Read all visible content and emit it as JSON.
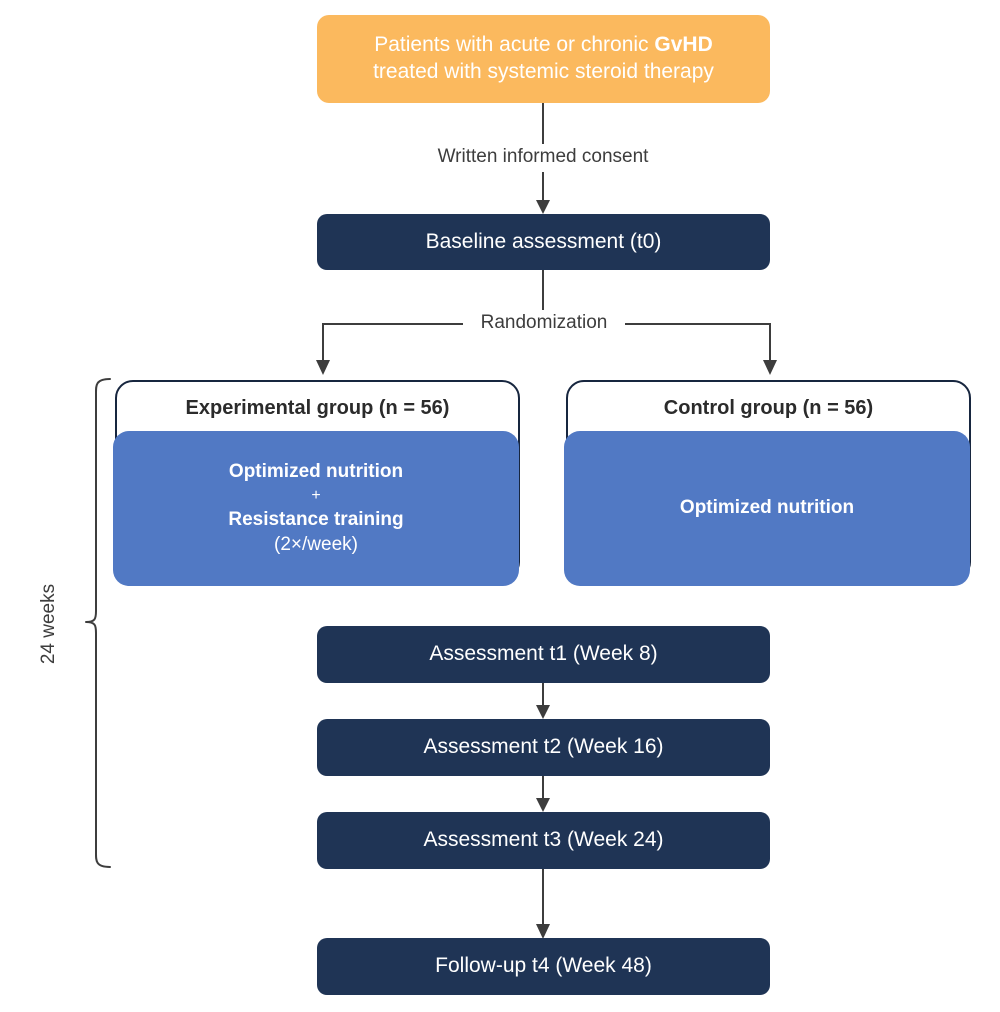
{
  "diagram": {
    "title_text": "",
    "colors": {
      "orange": "#fbb95e",
      "navy": "#1f3455",
      "blue": "#5179c4",
      "outline": "#17263f",
      "connector": "#3d3d3d",
      "white": "#ffffff"
    },
    "nodes": {
      "enrollment": {
        "line1_prefix": "Patients with acute or chronic ",
        "line1_bold": "GvHD",
        "line2": "treated with systemic steroid therapy"
      },
      "baseline": {
        "label": "Baseline assessment (t0)"
      },
      "experimental_group": {
        "header": "Experimental group (n = 56)",
        "intervention_line1": "Optimized nutrition",
        "intervention_plus": "+",
        "intervention_line2": "Resistance training",
        "intervention_line3": "(2×/week)"
      },
      "control_group": {
        "header": "Control group (n = 56)",
        "intervention_line1": "Optimized nutrition"
      },
      "assessment_t1": {
        "label": "Assessment t1 (Week 8)"
      },
      "assessment_t2": {
        "label": "Assessment t2 (Week 16)"
      },
      "assessment_t3": {
        "label": "Assessment t3 (Week 24)"
      },
      "followup_t4": {
        "label": "Follow-up t4 (Week 48)"
      }
    },
    "connectors": {
      "consent_label": "Written informed consent",
      "randomization_label": "Randomization"
    },
    "bracket": {
      "label": "24 weeks"
    }
  },
  "chart_data": {
    "type": "diagram",
    "subtype": "study-flow-chart",
    "title": "",
    "steps": [
      {
        "id": "enrollment",
        "text": "Patients with acute or chronic GvHD treated with systemic steroid therapy",
        "style": "orange"
      },
      {
        "id": "baseline",
        "text": "Baseline assessment (t0)",
        "style": "navy"
      },
      {
        "id": "experimental_group",
        "text": "Experimental group (n = 56)",
        "n": 56,
        "intervention": "Optimized nutrition + Resistance training (2×/week)",
        "style": "outline+blue"
      },
      {
        "id": "control_group",
        "text": "Control group (n = 56)",
        "n": 56,
        "intervention": "Optimized nutrition",
        "style": "outline+blue"
      },
      {
        "id": "assessment_t1",
        "text": "Assessment t1 (Week 8)",
        "week": 8,
        "style": "navy"
      },
      {
        "id": "assessment_t2",
        "text": "Assessment t2 (Week 16)",
        "week": 16,
        "style": "navy"
      },
      {
        "id": "assessment_t3",
        "text": "Assessment t3 (Week 24)",
        "week": 24,
        "style": "navy"
      },
      {
        "id": "followup_t4",
        "text": "Follow-up t4 (Week 48)",
        "week": 48,
        "style": "navy"
      }
    ],
    "edges": [
      {
        "from": "enrollment",
        "to": "baseline",
        "label": "Written informed consent"
      },
      {
        "from": "baseline",
        "to": "experimental_group",
        "label": "Randomization"
      },
      {
        "from": "baseline",
        "to": "control_group",
        "label": "Randomization"
      },
      {
        "from": "assessment_t1",
        "to": "assessment_t2",
        "label": ""
      },
      {
        "from": "assessment_t2",
        "to": "assessment_t3",
        "label": ""
      },
      {
        "from": "assessment_t3",
        "to": "followup_t4",
        "label": ""
      }
    ],
    "annotations": [
      {
        "id": "duration-bracket",
        "text": "24 weeks",
        "spans": [
          "experimental_group",
          "control_group",
          "assessment_t1",
          "assessment_t2",
          "assessment_t3"
        ]
      }
    ]
  }
}
